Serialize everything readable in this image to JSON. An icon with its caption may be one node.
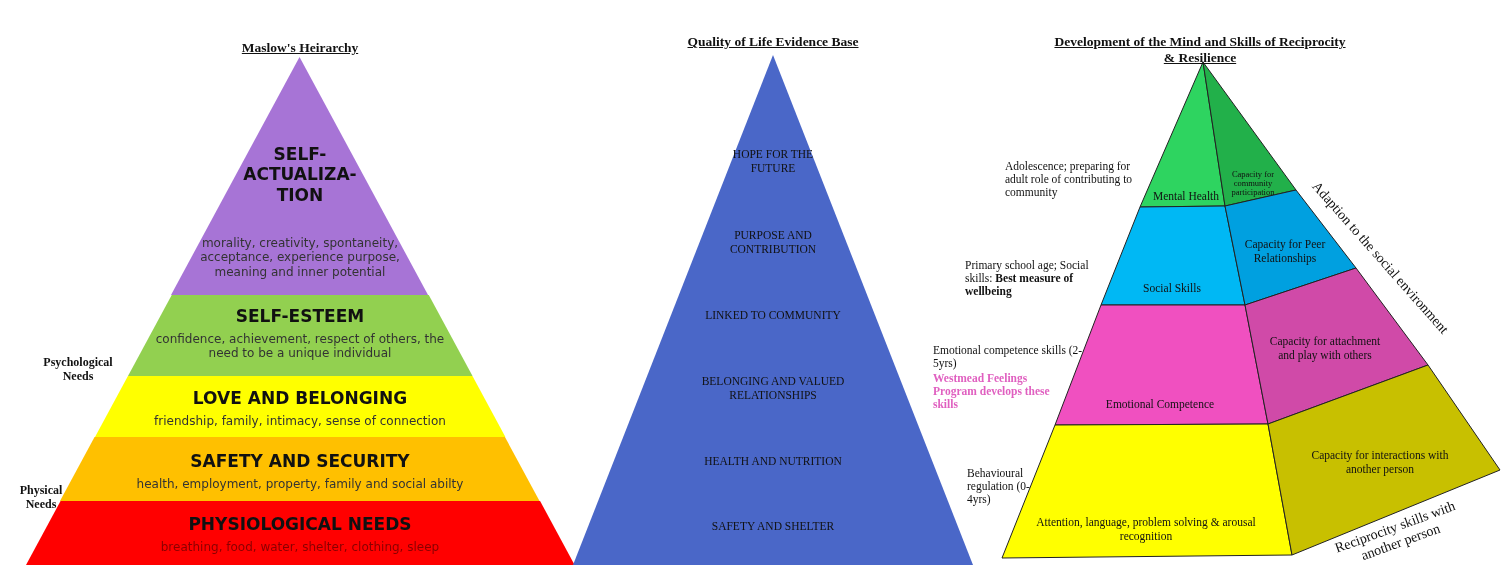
{
  "diagram": {
    "nodes": [
      {
        "text": [
          "SELF- ACTUALIZA- TION",
          "morality, creativity, spontaneity, acceptance, experience purpose, meaning and inner potential"
        ]
      },
      {
        "text": [
          "SELF-ESTEEM",
          "confidence, achievement, respect of others, the need to be a unique individual"
        ]
      },
      {
        "text": [
          "LOVE AND BELONGING",
          "friendship, family, intimacy, sense of connection"
        ]
      },
      {
        "text": [
          "SAFETY AND SECURITY",
          "health, employment, property, family and social abilty"
        ]
      },
      {
        "text": [
          "PHYSIOLOGICAL NEEDS",
          "breathing, food, water, shelter, clothing, sleep"
        ]
      },
      {
        "text": [
          "HOPE FOR THE FUTURE",
          "PURPOSE AND CONTRIBUTION",
          "LINKED TO COMMUNITY",
          "BELONGING AND VALUED RELATIONSHIPS",
          "HEALTH AND NUTRITION",
          "SAFETY AND SHELTER"
        ]
      },
      {
        "text": [
          "Mental Health"
        ]
      },
      {
        "text": [
          "Capacity for community participation"
        ]
      },
      {
        "text": [
          "Social Skills"
        ]
      },
      {
        "text": [
          "Capacity for Peer Relationships"
        ]
      },
      {
        "text": [
          "Emotional Competence"
        ]
      },
      {
        "text": [
          "Capacity for attachment and play with others"
        ]
      },
      {
        "text": [
          "Attention, language, problem solving & arousal recognition"
        ]
      },
      {
        "text": [
          "Capacity for interactions with another person"
        ]
      }
    ],
    "labels": [
      "Maslow's Heirarchy",
      "Quality of Life Evidence Base",
      "Development of the Mind and Skills of Reciprocity & Resilience",
      "Adolescence; preparing for adult role of contributing to community",
      "Adaption to the social environment",
      "Primary school age; Social skills: **Best measure of wellbeing**",
      "Psychological Needs",
      "Emotional competence skills (2-5yrs)",
      "Westmead Feelings Program develops these skills",
      "Behavioural regulation (0-4yrs)",
      "Physical Needs",
      "Reciprocity skills with another person"
    ]
  }
}
